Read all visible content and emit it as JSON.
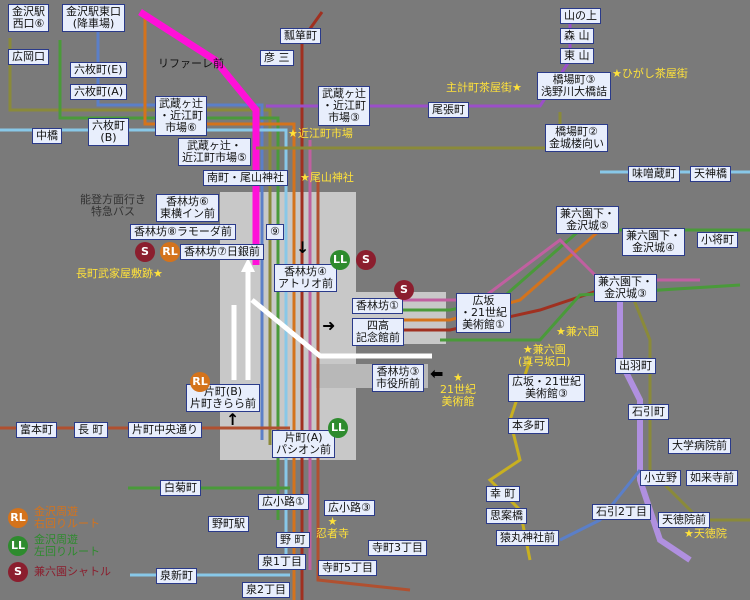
{
  "colors": {
    "background": "#7a7a7a",
    "plaza": "#c8c8c8",
    "label_fill": "#e8eefc",
    "label_border": "#2a3a8a",
    "note": "#ffe23a",
    "RL": "#d4731c",
    "LL": "#2e8b2e",
    "S": "#8b1e2e",
    "magenta": "#ff10d8"
  },
  "legend": [
    {
      "code": "RL",
      "name": "RL",
      "lines": [
        "金沢周遊",
        "右回りルート"
      ],
      "color": "#d4731c"
    },
    {
      "code": "LL",
      "name": "LL",
      "lines": [
        "金沢周遊",
        "左回りルート"
      ],
      "color": "#2e8b2e"
    },
    {
      "code": "S",
      "name": "S",
      "lines": [
        "兼六園シャトル"
      ],
      "color": "#8b1e2e"
    }
  ],
  "stops": [
    {
      "id": "kanazawa-west",
      "lines": [
        "金沢駅",
        "西口⑥"
      ]
    },
    {
      "id": "kanazawa-east",
      "lines": [
        "金沢駅東口",
        "(降車場)"
      ]
    },
    {
      "id": "hirooka",
      "lines": [
        "広岡口"
      ]
    },
    {
      "id": "rokumaicho-e",
      "lines": [
        "六枚町(E)"
      ]
    },
    {
      "id": "rokumaicho-a",
      "lines": [
        "六枚町(A)"
      ]
    },
    {
      "id": "nakahashi",
      "lines": [
        "中橋"
      ]
    },
    {
      "id": "rokumaicho-b",
      "lines": [
        "六枚町",
        "(B)"
      ]
    },
    {
      "id": "musashi6",
      "lines": [
        "武蔵ヶ辻",
        "・近江町",
        "市場⑥"
      ]
    },
    {
      "id": "musashi5",
      "lines": [
        "武蔵ヶ辻・",
        "近江町市場⑤"
      ]
    },
    {
      "id": "minamicho",
      "lines": [
        "南町・尾山神社"
      ]
    },
    {
      "id": "hikoso",
      "lines": [
        "彦 三"
      ]
    },
    {
      "id": "hyotan",
      "lines": [
        "瓢箪町"
      ]
    },
    {
      "id": "musashi3",
      "lines": [
        "武蔵ヶ辻",
        "・近江町",
        "市場③"
      ]
    },
    {
      "id": "owari",
      "lines": [
        "尾張町"
      ]
    },
    {
      "id": "yamanoue",
      "lines": [
        "山の上"
      ]
    },
    {
      "id": "moriyama",
      "lines": [
        "森 山"
      ]
    },
    {
      "id": "higashiyama",
      "lines": [
        "東 山"
      ]
    },
    {
      "id": "hashiba3",
      "lines": [
        "橋場町③",
        "浅野川大橋詰"
      ]
    },
    {
      "id": "hashiba2",
      "lines": [
        "橋場町②",
        "金城楼向い"
      ]
    },
    {
      "id": "misogura",
      "lines": [
        "味噌蔵町"
      ]
    },
    {
      "id": "tenjin",
      "lines": [
        "天神橋"
      ]
    },
    {
      "id": "kenroku-kanazawajo5",
      "lines": [
        "兼六園下・",
        "金沢城⑤"
      ]
    },
    {
      "id": "kenroku-kanazawajo4",
      "lines": [
        "兼六園下・",
        "金沢城④"
      ]
    },
    {
      "id": "kosho",
      "lines": [
        "小将町"
      ]
    },
    {
      "id": "kenroku-kanazawajo3",
      "lines": [
        "兼六園下・",
        "金沢城③"
      ]
    },
    {
      "id": "korinbo6",
      "lines": [
        "香林坊⑥",
        "東横イン前"
      ]
    },
    {
      "id": "korinbo8",
      "lines": [
        "香林坊⑧ラモーダ前"
      ]
    },
    {
      "id": "korinbo7",
      "lines": [
        "香林坊⑦日銀前"
      ]
    },
    {
      "id": "stop9",
      "lines": [
        "⑨"
      ]
    },
    {
      "id": "korinbo4",
      "lines": [
        "香林坊④",
        "アトリオ前"
      ]
    },
    {
      "id": "korinbo1",
      "lines": [
        "香林坊①"
      ]
    },
    {
      "id": "shiko",
      "lines": [
        "四高",
        "記念館前"
      ]
    },
    {
      "id": "hirosaka21",
      "lines": [
        "広坂",
        "・21世紀",
        "美術館①"
      ]
    },
    {
      "id": "korinbo3",
      "lines": [
        "香林坊③",
        "市役所前"
      ]
    },
    {
      "id": "hirosaka3",
      "lines": [
        "広坂・21世紀",
        "美術館③"
      ]
    },
    {
      "id": "honda",
      "lines": [
        "本多町"
      ]
    },
    {
      "id": "katamachi-b",
      "lines": [
        "片町(B)",
        "片町きらら前"
      ]
    },
    {
      "id": "tomimoto",
      "lines": [
        "富本町"
      ]
    },
    {
      "id": "nagamachi",
      "lines": [
        "長 町"
      ]
    },
    {
      "id": "katamachi-chuo",
      "lines": [
        "片町中央通り"
      ]
    },
    {
      "id": "katamachi-a",
      "lines": [
        "片町(A)",
        "パシオン前"
      ]
    },
    {
      "id": "demachi",
      "lines": [
        "出羽町"
      ]
    },
    {
      "id": "ishibiki",
      "lines": [
        "石引町"
      ]
    },
    {
      "id": "daigaku",
      "lines": [
        "大学病院前"
      ]
    },
    {
      "id": "kodatsuno",
      "lines": [
        "小立野"
      ]
    },
    {
      "id": "nyorai",
      "lines": [
        "如来寺前"
      ]
    },
    {
      "id": "ishibiki2",
      "lines": [
        "石引2丁目"
      ]
    },
    {
      "id": "tentoku",
      "lines": [
        "天徳院前"
      ]
    },
    {
      "id": "shiragiku",
      "lines": [
        "白菊町"
      ]
    },
    {
      "id": "hirokoji1",
      "lines": [
        "広小路①"
      ]
    },
    {
      "id": "nomachi-eki",
      "lines": [
        "野町駅"
      ]
    },
    {
      "id": "nomachi",
      "lines": [
        "野 町"
      ]
    },
    {
      "id": "hirokoji3",
      "lines": [
        "広小路③"
      ]
    },
    {
      "id": "izumi1",
      "lines": [
        "泉1丁目"
      ]
    },
    {
      "id": "teramachi3",
      "lines": [
        "寺町3丁目"
      ]
    },
    {
      "id": "teramachi5",
      "lines": [
        "寺町5丁目"
      ]
    },
    {
      "id": "izumi2",
      "lines": [
        "泉2丁目"
      ]
    },
    {
      "id": "izumishin",
      "lines": [
        "泉新町"
      ]
    },
    {
      "id": "saiwai",
      "lines": [
        "幸 町"
      ]
    },
    {
      "id": "shianbashi",
      "lines": [
        "思案橋"
      ]
    },
    {
      "id": "sarumaru",
      "lines": [
        "猿丸神社前"
      ]
    }
  ],
  "plain_labels": [
    {
      "id": "rifare",
      "text": "リファーレ前"
    }
  ],
  "bus_note": {
    "lines": [
      "能登方面行き",
      "特急バス"
    ]
  },
  "landmarks": [
    {
      "id": "shukeimachi",
      "text": "主計町茶屋街★"
    },
    {
      "id": "higashi-chaya",
      "text": "★ひがし茶屋街"
    },
    {
      "id": "omicho",
      "text": "★近江町市場"
    },
    {
      "id": "oyama",
      "text": "★尾山神社"
    },
    {
      "id": "nagamachi-bukeyashiki",
      "text": "長町武家屋敷跡★"
    },
    {
      "id": "kenrokuen",
      "text": "★兼六園"
    },
    {
      "id": "kenrokuen-mayumizaka",
      "text": "★兼六園",
      "sub": "(真弓坂口)"
    },
    {
      "id": "21seiki",
      "text": "★",
      "sub2": [
        "21世紀",
        "美術館"
      ]
    },
    {
      "id": "ninjadera",
      "text": "★",
      "sub2": [
        "忍者寺"
      ]
    },
    {
      "id": "tentokuin",
      "text": "★天徳院"
    }
  ]
}
